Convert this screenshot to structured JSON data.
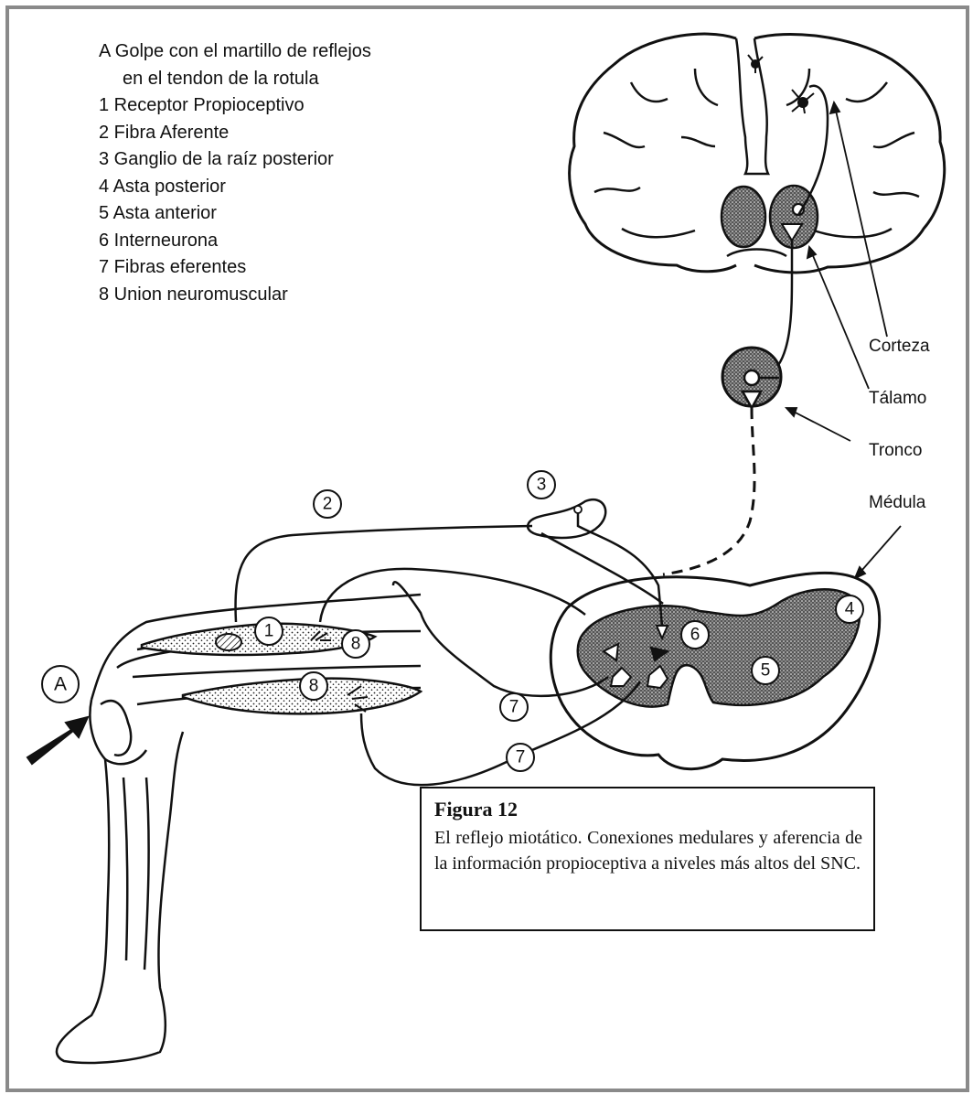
{
  "legend": {
    "title_line1": "A Golpe con el martillo de reflejos",
    "title_line2": "en el tendon de la rotula",
    "items": [
      "1 Receptor Propioceptivo",
      "2 Fibra Aferente",
      "3 Ganglio de la raíz posterior",
      "4 Asta posterior",
      "5 Asta anterior",
      "6 Interneurona",
      "7 Fibras eferentes",
      "8 Union neuromuscular"
    ]
  },
  "structure_labels": {
    "corteza": "Corteza",
    "talamo": "Tálamo",
    "tronco": "Tronco",
    "medula": "Médula"
  },
  "markers": {
    "a": "A",
    "m1": "1",
    "m2": "2",
    "m3": "3",
    "m4": "4",
    "m5": "5",
    "m6": "6",
    "m7a": "7",
    "m7b": "7",
    "m8a": "8",
    "m8b": "8"
  },
  "caption": {
    "title": "Figura 12",
    "text": "El reflejo miotático. Conexiones medulares y aferencia de la información propioceptiva a niveles más altos del SNC."
  },
  "colors": {
    "frame": "#8a8a8a",
    "ink": "#111111"
  }
}
